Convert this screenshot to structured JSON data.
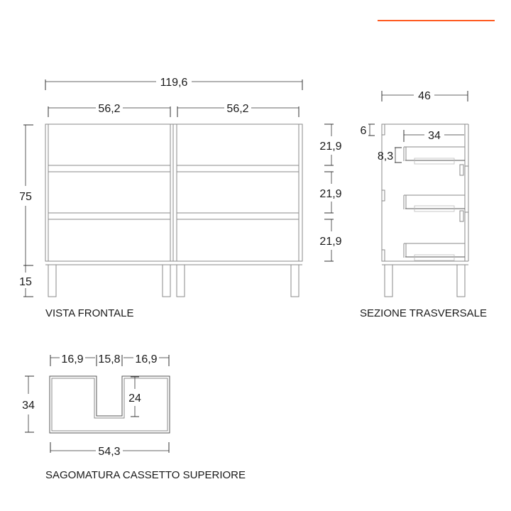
{
  "accent": {
    "color": "#ff5a1f"
  },
  "front_view": {
    "caption": "VISTA FRONTALE",
    "total_width": "119,6",
    "left_width": "56,2",
    "right_width": "56,2",
    "body_height": "75",
    "leg_height": "15",
    "drawer_heights": [
      "21,9",
      "21,9",
      "21,9"
    ]
  },
  "cross_section": {
    "caption": "SEZIONE TRASVERSALE",
    "depth": "46",
    "drawer_depth": "34",
    "top_gap": "6",
    "drawer_side_height": "8,3"
  },
  "drawer_profile": {
    "caption": "SAGOMATURA CASSETTO SUPERIORE",
    "left_width": "16,9",
    "notch_width": "15,8",
    "right_width": "16,9",
    "height": "34",
    "notch_depth": "24",
    "total_width": "54,3"
  }
}
